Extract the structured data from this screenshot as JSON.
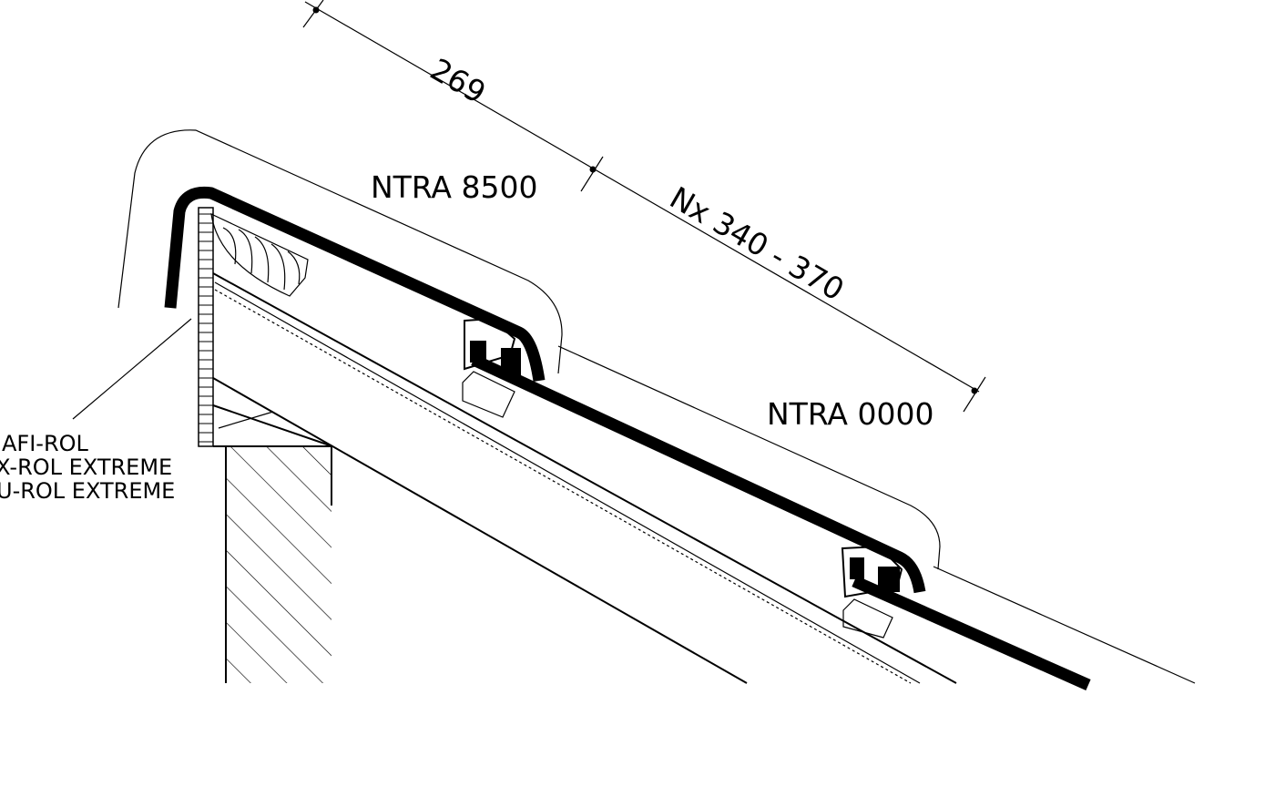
{
  "dimensions": {
    "first": "269",
    "second": "Nx 340 - 370"
  },
  "parts": {
    "ridge_tile": "NTRA 8500",
    "roof_tile": "NTRA 0000"
  },
  "ventilation_products": [
    "AFI-ROL",
    "EX-ROL EXTREME",
    "U-ROL EXTREME"
  ],
  "colors": {
    "line": "#000000",
    "background": "#ffffff"
  }
}
